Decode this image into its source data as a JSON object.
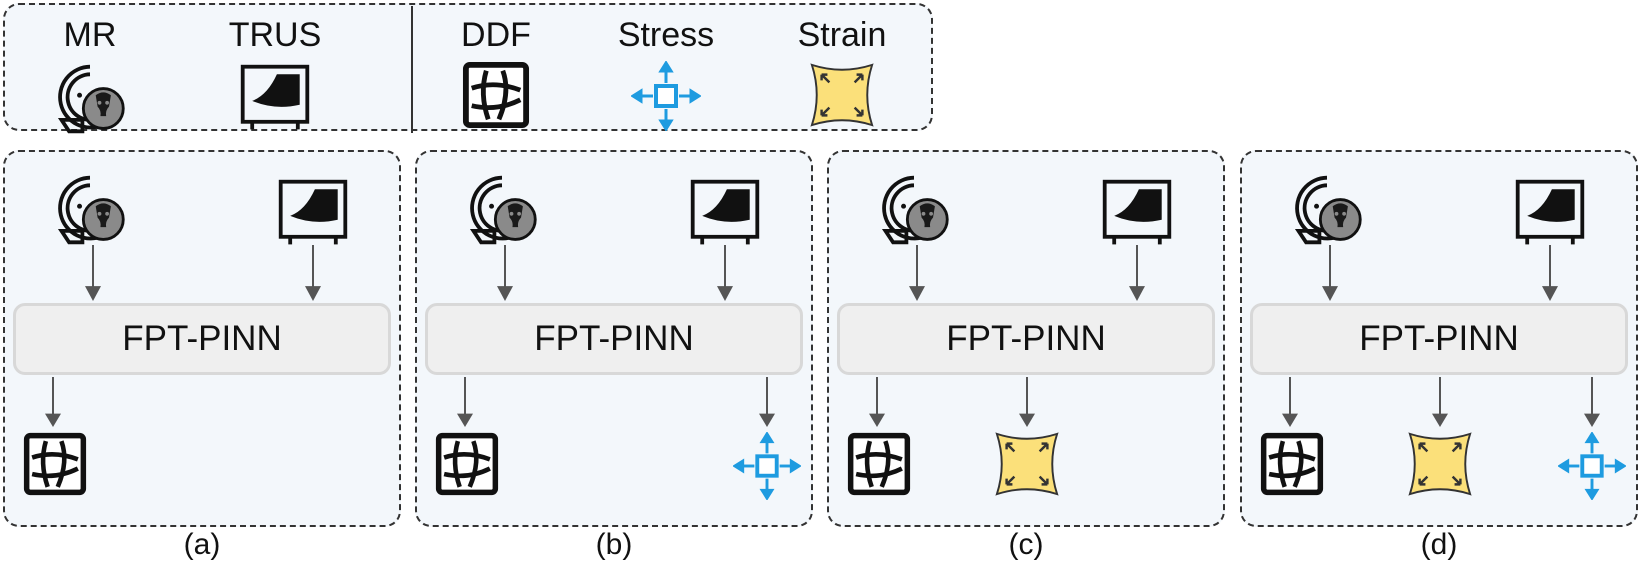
{
  "legend": {
    "items": [
      {
        "label": "MR",
        "icon": "mri-scanner-icon"
      },
      {
        "label": "TRUS",
        "icon": "ultrasound-monitor-icon"
      },
      {
        "label": "DDF",
        "icon": "deformation-grid-icon"
      },
      {
        "label": "Stress",
        "icon": "stress-arrows-icon"
      },
      {
        "label": "Strain",
        "icon": "strain-square-icon"
      }
    ]
  },
  "panels": [
    {
      "model": "FPT-PINN",
      "caption": "(a)",
      "outputs": [
        "DDF"
      ]
    },
    {
      "model": "FPT-PINN",
      "caption": "(b)",
      "outputs": [
        "DDF",
        "Stress"
      ]
    },
    {
      "model": "FPT-PINN",
      "caption": "(c)",
      "outputs": [
        "DDF",
        "Strain"
      ]
    },
    {
      "model": "FPT-PINN",
      "caption": "(d)",
      "outputs": [
        "DDF",
        "Strain",
        "Stress"
      ]
    }
  ],
  "colors": {
    "panel_bg": "#f3f7fb",
    "stress_blue": "#1e9be0",
    "strain_yellow": "#fbe07a",
    "arrow_gray": "#555555"
  }
}
